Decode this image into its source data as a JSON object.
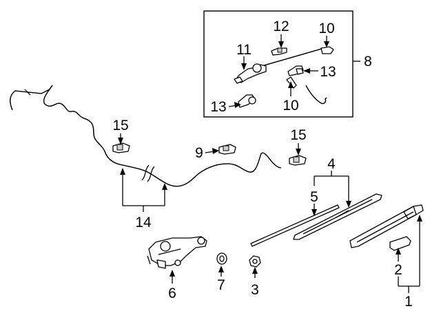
{
  "callouts": {
    "c1": "1",
    "c2": "2",
    "c3": "3",
    "c4": "4",
    "c5": "5",
    "c6": "6",
    "c7": "7",
    "c8": "8",
    "c9": "9",
    "c10a": "10",
    "c10b": "10",
    "c11": "11",
    "c12": "12",
    "c13a": "13",
    "c13b": "13",
    "c14": "14",
    "c15a": "15",
    "c15b": "15"
  }
}
